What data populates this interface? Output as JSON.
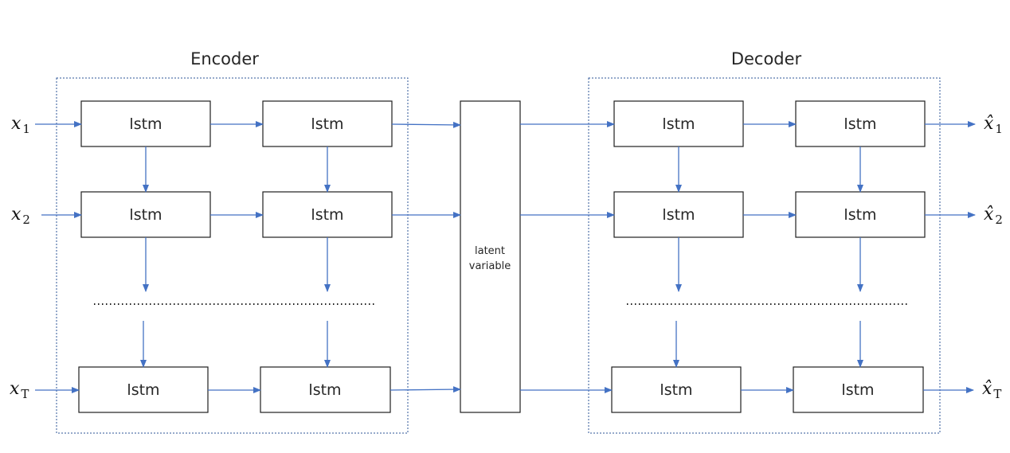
{
  "encoder": {
    "title": "Encoder"
  },
  "decoder": {
    "title": "Decoder"
  },
  "cell_label": "lstm",
  "latent": {
    "line1": "latent",
    "line2": "variable"
  },
  "inputs": [
    {
      "symbol": "x",
      "sub": "1"
    },
    {
      "symbol": "x",
      "sub": "2"
    },
    {
      "symbol": "x",
      "sub": "T"
    }
  ],
  "outputs": [
    {
      "symbol": "x̂",
      "sub": "1"
    },
    {
      "symbol": "x̂",
      "sub": "2"
    },
    {
      "symbol": "x̂",
      "sub": "T"
    }
  ],
  "colors": {
    "arrow": "#4472c4",
    "group_border": "#2e5597",
    "box_border": "#1f1f1f"
  }
}
